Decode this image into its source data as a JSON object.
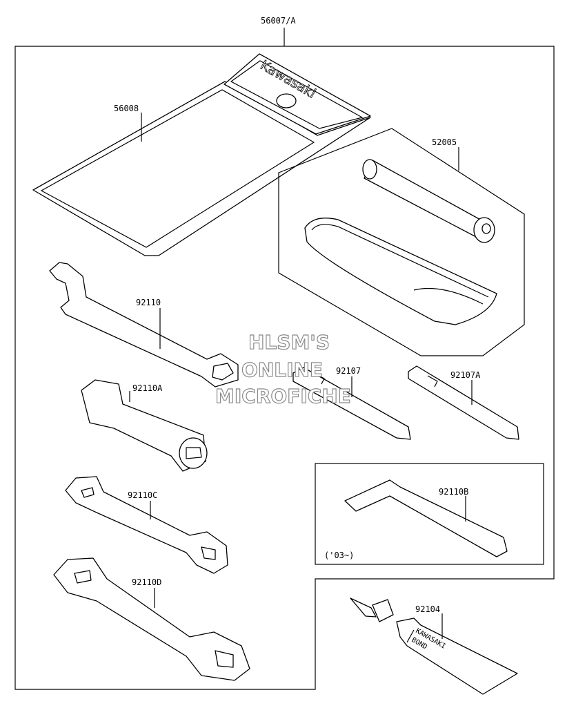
{
  "diagram": {
    "kit_label": "56007/A",
    "parts": [
      {
        "id": "case",
        "label": "56008",
        "brand": "Kawasaki"
      },
      {
        "id": "spark-plug-wrench-set",
        "label": "52005"
      },
      {
        "id": "spanner-hook",
        "label": "92110"
      },
      {
        "id": "socket-wrench",
        "label": "92110A"
      },
      {
        "id": "screwdriver",
        "label": "92107"
      },
      {
        "id": "screwdriver-a",
        "label": "92107A"
      },
      {
        "id": "hex-wrench",
        "label": "92110B",
        "note": "('03~)"
      },
      {
        "id": "wrench-c",
        "label": "92110C"
      },
      {
        "id": "wrench-d",
        "label": "92110D"
      },
      {
        "id": "bond-tube",
        "label": "92104",
        "text_lines": [
          "KAWASAKI",
          "BOND"
        ]
      }
    ],
    "watermark": [
      "HLSM'S",
      "ONLINE",
      "MICROFICHE"
    ]
  }
}
